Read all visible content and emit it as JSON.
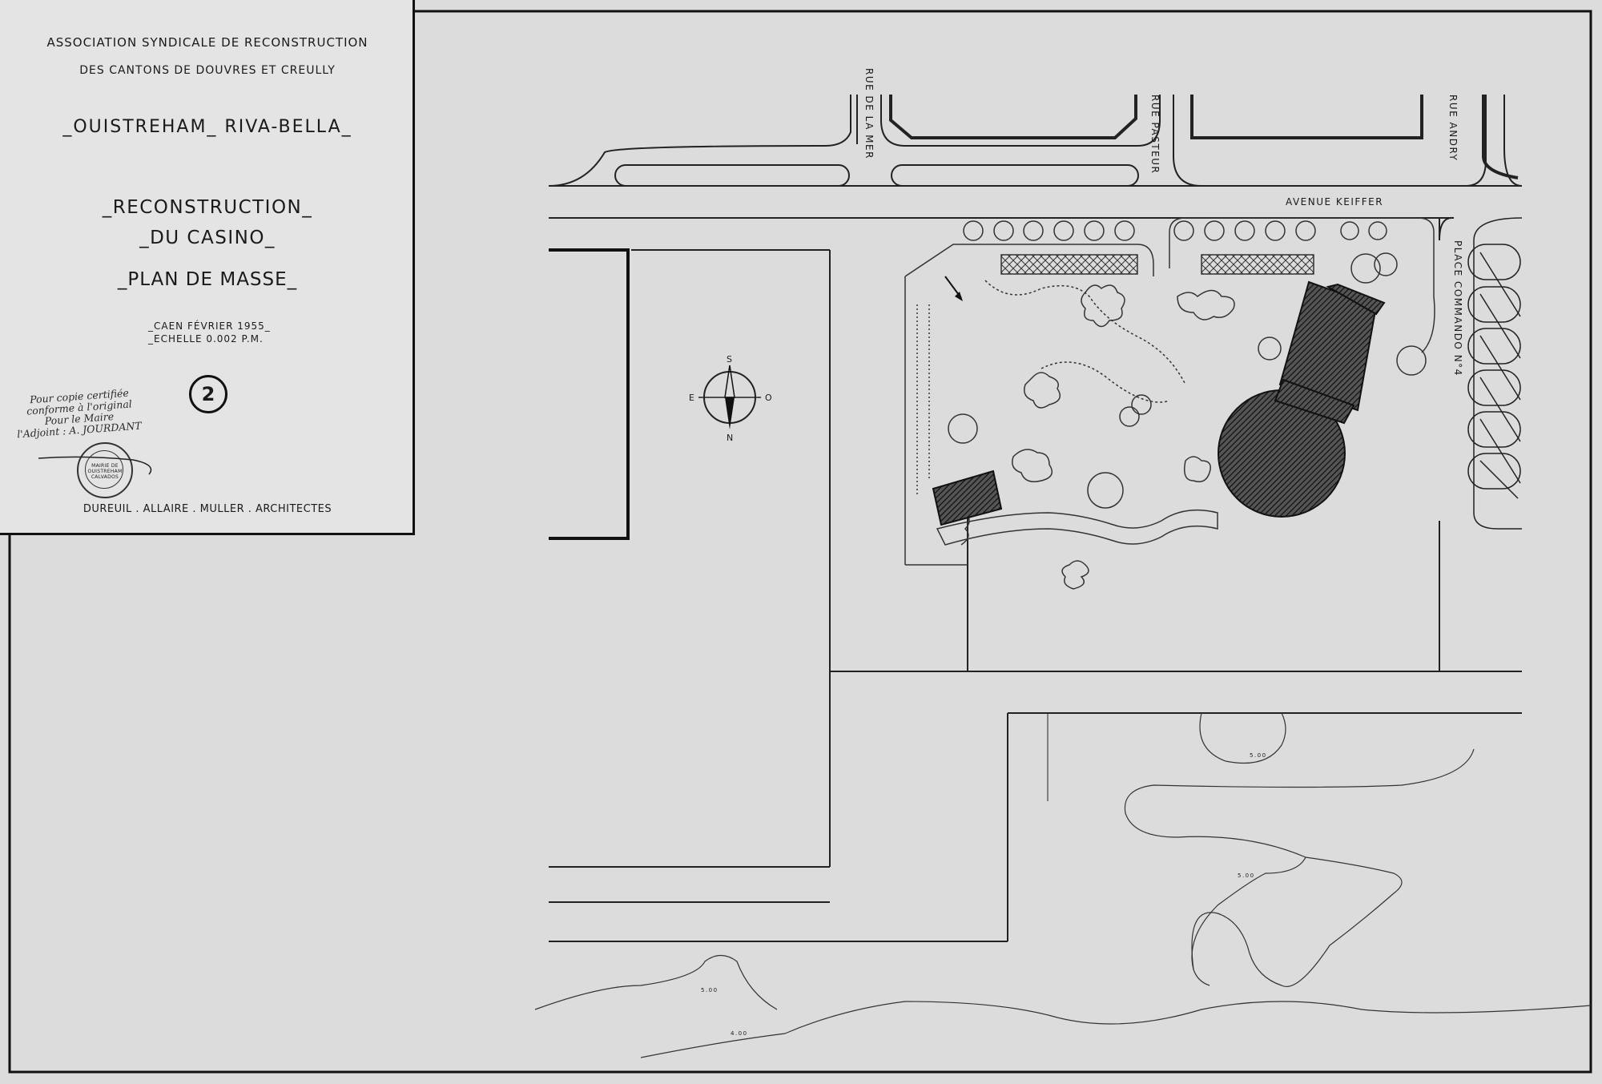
{
  "title_block": {
    "association": "ASSOCIATION SYNDICALE DE RECONSTRUCTION",
    "cantons": "DES CANTONS DE DOUVRES ET CREULLY",
    "town": "_OUISTREHAM_ RIVA-BELLA_",
    "project_line1": "_RECONSTRUCTION_",
    "project_line2": "_DU CASINO_",
    "drawing_title": "_PLAN DE MASSE_",
    "date": "_CAEN FÉVRIER 1955_",
    "scale": "_ECHELLE   0.002 P.M.",
    "sheet_number": "2",
    "architects": "DUREUIL . ALLAIRE . MULLER . ARCHITECTES"
  },
  "certification": {
    "line1": "Pour copie certifiée",
    "line2": "conforme à l'original",
    "line3": "Pour le Maire",
    "line4": "l'Adjoint : A. JOURDANT"
  },
  "stamp": {
    "text": "MAIRIE DE OUISTREHAM CALVADOS"
  },
  "streets": {
    "rue_de_la_mer": "RUE DE LA MER",
    "rue_pasteur": "RUE PASTEUR",
    "rue_andry": "RUE ANDRY",
    "avenue_keiffer": "AVENUE KEIFFER",
    "place_commando": "PLACE COMMANDO N°4"
  },
  "compass": {
    "north": "N",
    "south": "S",
    "east": "E",
    "west": "O"
  },
  "contours": {
    "a": "5.00",
    "b": "5.00",
    "c": "5.00",
    "d": "4.00"
  },
  "colors": {
    "paper": "#dcdcdc",
    "ink": "#1a1a1a",
    "building_fill": "#333333"
  }
}
